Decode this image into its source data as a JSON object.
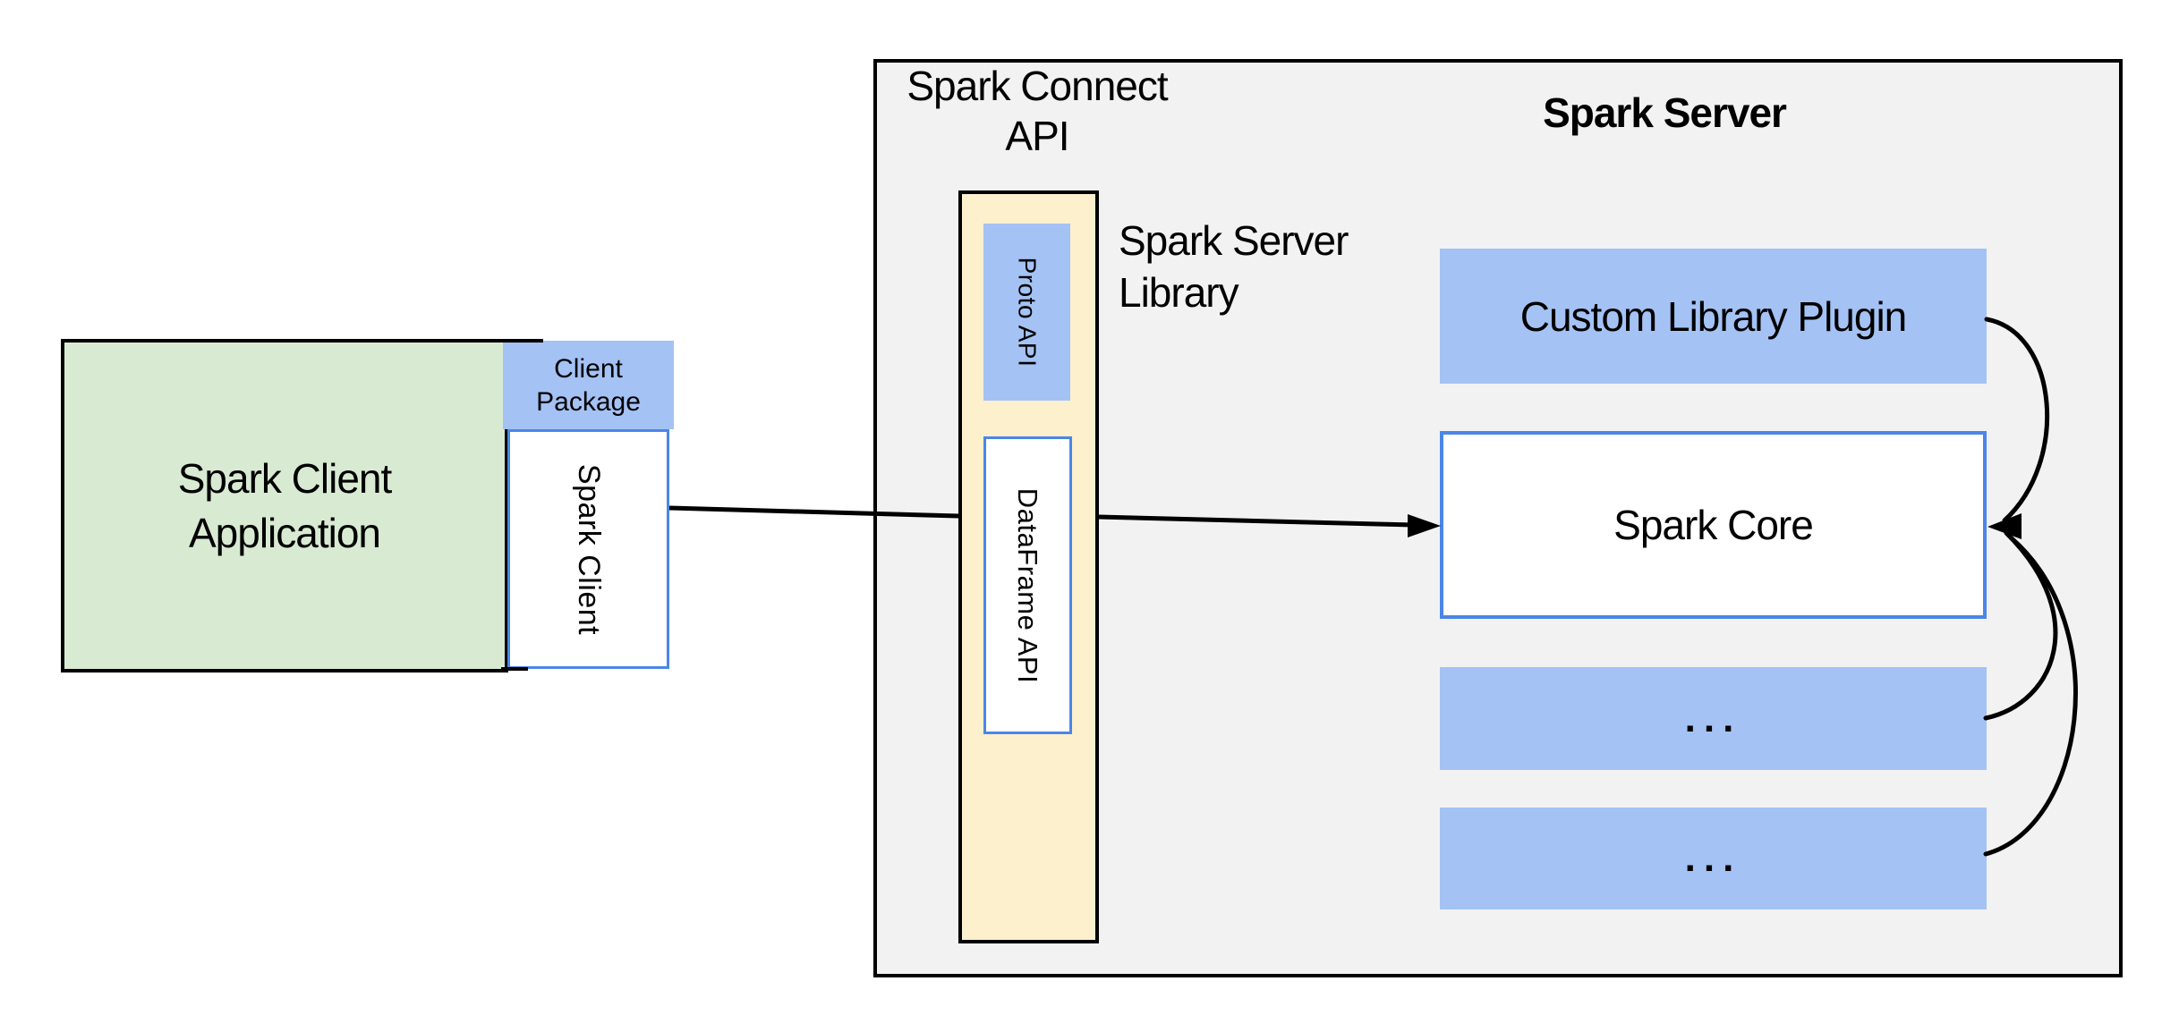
{
  "client": {
    "app_line1": "Spark Client",
    "app_line2": "Application",
    "package_line1": "Client",
    "package_line2": "Package",
    "spark_client_label": "Spark Client"
  },
  "connect_api": {
    "heading_line1": "Spark Connect",
    "heading_line2": "API",
    "proto_api_label": "Proto API",
    "dataframe_api_label": "DataFrame API",
    "library_line1": "Spark Server",
    "library_line2": "Library"
  },
  "server": {
    "title": "Spark Server",
    "custom_plugin_label": "Custom Library Plugin",
    "core_label": "Spark Core",
    "ellipsis_box_1": "...",
    "ellipsis_box_2": "..."
  },
  "colors": {
    "background": "#ffffff",
    "panel_gray": "#f2f2f2",
    "green_fill": "#d9ead3",
    "blue_fill": "#a4c2f4",
    "yellow_fill": "#fdf0cc",
    "blue_border": "#4a86e8",
    "ink": "#000000"
  }
}
